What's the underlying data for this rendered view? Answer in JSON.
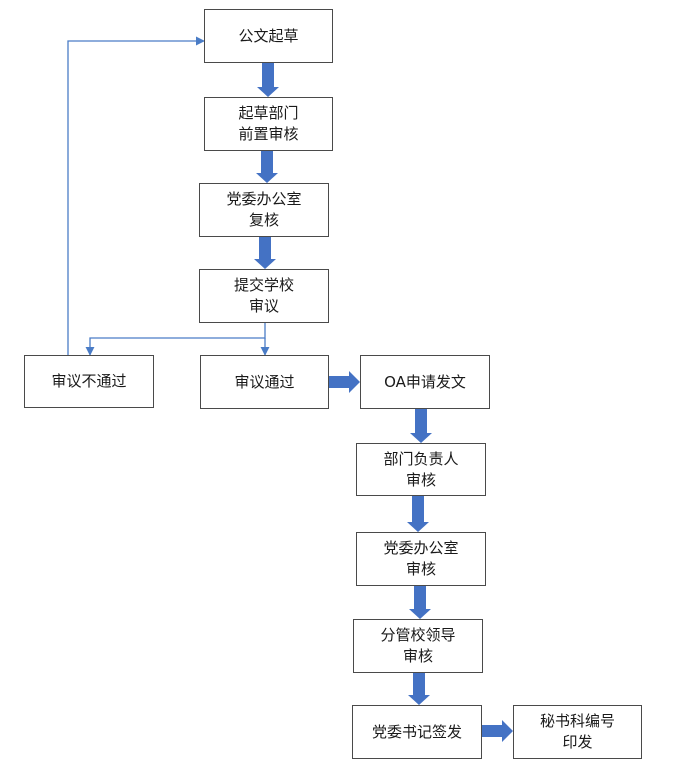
{
  "flowchart": {
    "nodes": [
      {
        "id": "draft",
        "lines": [
          "公文起草"
        ]
      },
      {
        "id": "dept-pre-review",
        "lines": [
          "起草部门",
          "前置审核"
        ]
      },
      {
        "id": "office-recheck",
        "lines": [
          "党委办公室",
          "复核"
        ]
      },
      {
        "id": "submit-school",
        "lines": [
          "提交学校",
          "审议"
        ]
      },
      {
        "id": "rejected",
        "lines": [
          "审议不通过"
        ]
      },
      {
        "id": "approved",
        "lines": [
          "审议通过"
        ]
      },
      {
        "id": "oa-apply",
        "lines": [
          "OA申请发文"
        ]
      },
      {
        "id": "dept-head-review",
        "lines": [
          "部门负责人",
          "审核"
        ]
      },
      {
        "id": "office-review",
        "lines": [
          "党委办公室",
          "审核"
        ]
      },
      {
        "id": "leader-review",
        "lines": [
          "分管校领导",
          "审核"
        ]
      },
      {
        "id": "secretary-sign",
        "lines": [
          "党委书记签发"
        ]
      },
      {
        "id": "secretariat-issue",
        "lines": [
          "秘书科编号",
          "印发"
        ]
      }
    ],
    "colors": {
      "thick_arrow": "#4472c4",
      "thin_line": "#4a7cc6",
      "border": "#4a4a4a",
      "text": "#1a1a1a"
    }
  }
}
